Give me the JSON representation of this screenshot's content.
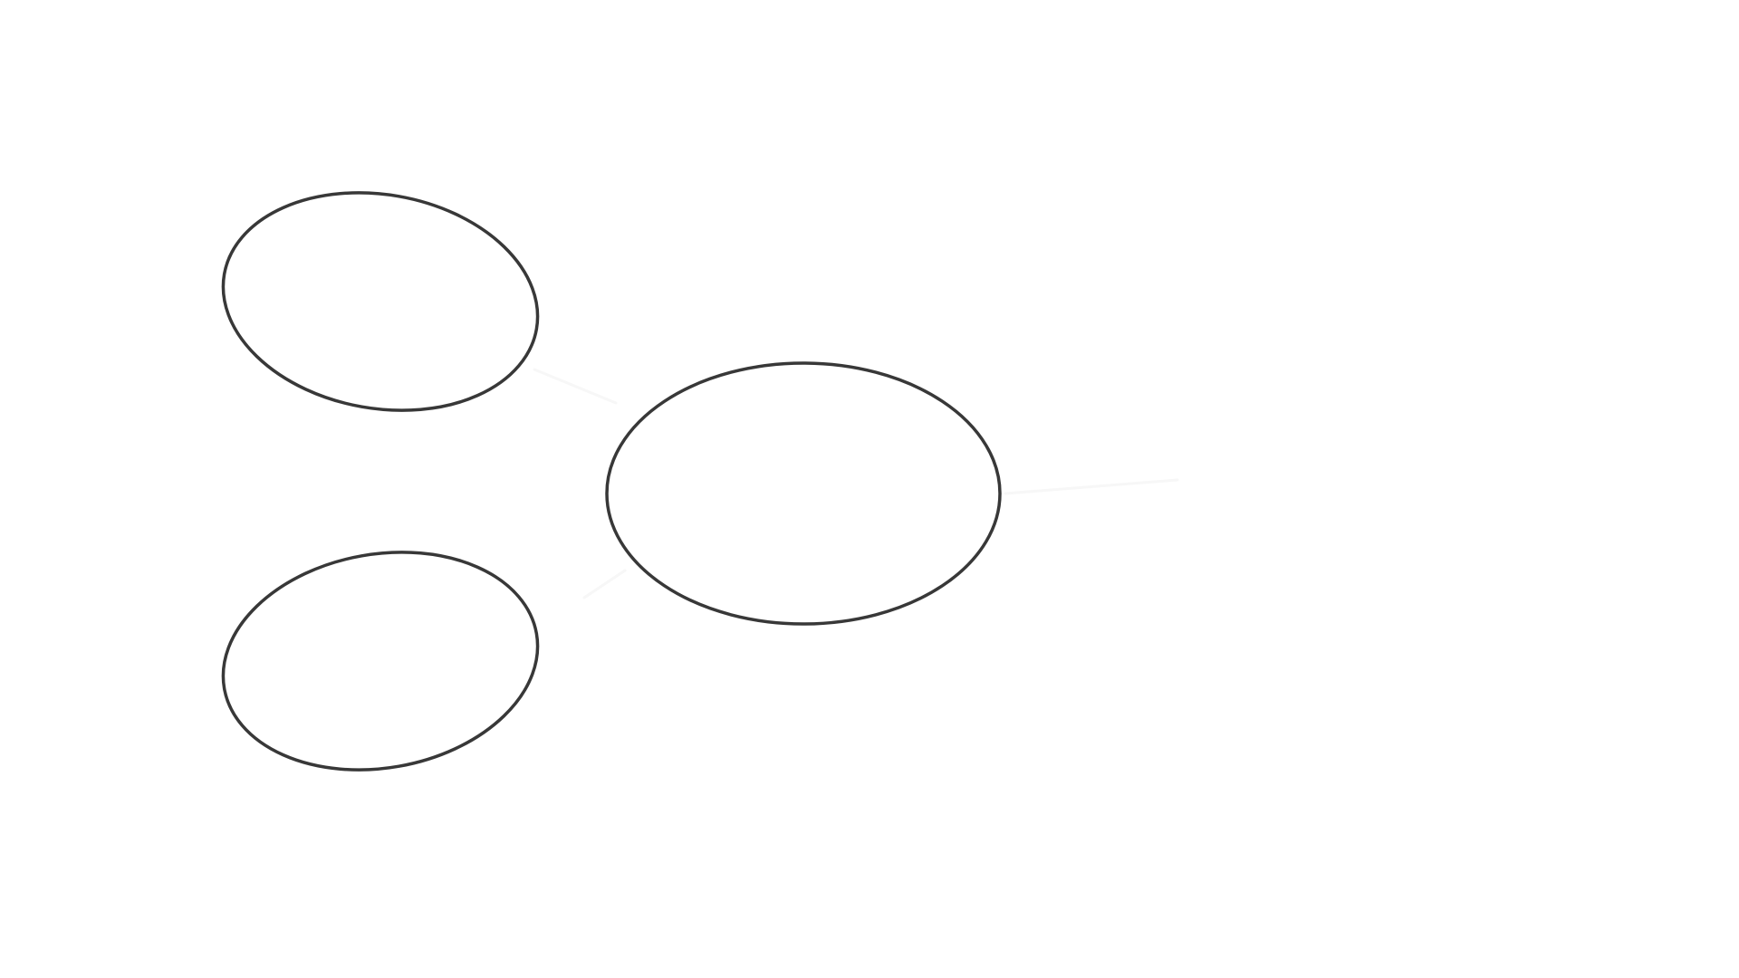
{
  "diagram": {
    "colors": {
      "background": "#ffffff",
      "node_stroke": "#383838",
      "connector_stroke": "#f7f7f7"
    },
    "nodes": [
      {
        "id": "node-top-left",
        "label": "",
        "shape": "ellipse"
      },
      {
        "id": "node-bottom-left",
        "label": "",
        "shape": "ellipse"
      },
      {
        "id": "node-center",
        "label": "",
        "shape": "ellipse"
      }
    ],
    "edges": [
      {
        "from": "node-top-left",
        "to": "node-center"
      },
      {
        "from": "node-bottom-left",
        "to": "node-center"
      },
      {
        "from": "node-center",
        "to": "offscreen-right"
      }
    ]
  }
}
